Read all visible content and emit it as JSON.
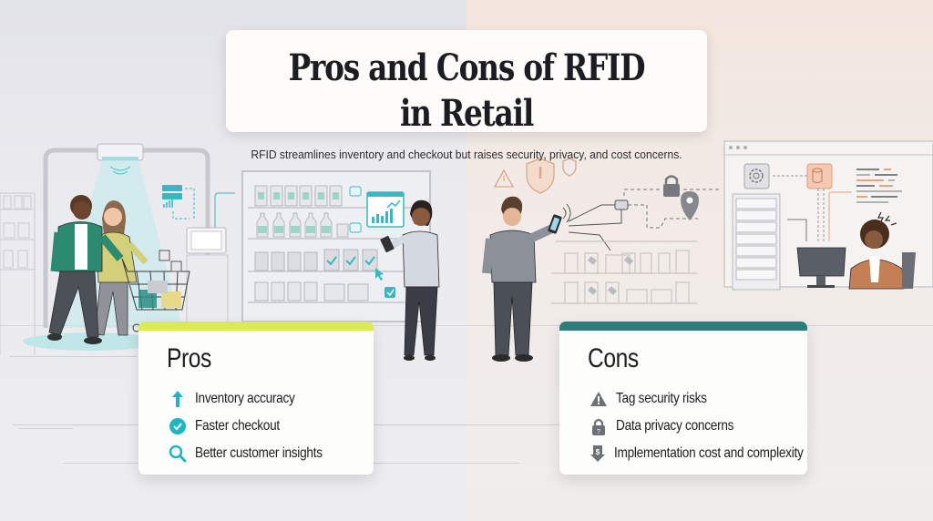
{
  "header": {
    "title": "Pros and Cons of RFID in Retail",
    "subtitle": "RFID streamlines inventory and checkout but raises security, privacy, and cost concerns."
  },
  "pros": {
    "heading": "Pros",
    "accent_color": "#dbe85a",
    "icon_color": "#1fb5c2",
    "items": [
      {
        "icon": "arrow-up-icon",
        "label": "Inventory accuracy"
      },
      {
        "icon": "check-circle-icon",
        "label": "Faster checkout"
      },
      {
        "icon": "magnifier-icon",
        "label": "Better customer insights"
      }
    ]
  },
  "cons": {
    "heading": "Cons",
    "accent_color": "#2a7f7c",
    "icon_color": "#6c7178",
    "items": [
      {
        "icon": "warning-icon",
        "label": "Tag security risks"
      },
      {
        "icon": "padlock-icon",
        "label": "Data privacy concerns"
      },
      {
        "icon": "dollar-down-icon",
        "label": "Implementation cost and complexity"
      }
    ]
  },
  "theme": {
    "left_background": "#e6e6ec",
    "right_background": "#f3e8e1",
    "teal": "#2bb3bd",
    "orange": "#e9a27c"
  }
}
